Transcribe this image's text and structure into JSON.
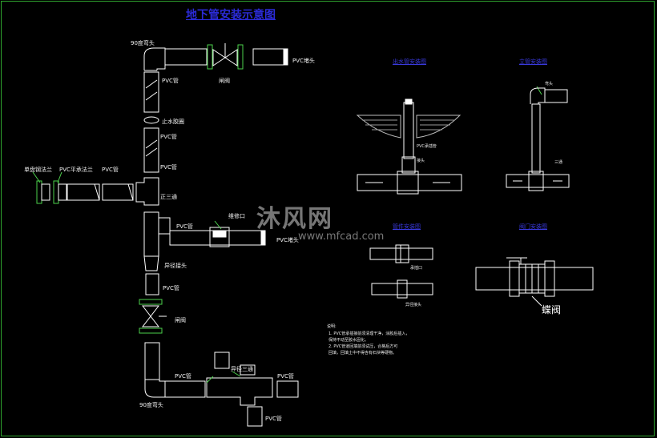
{
  "title": "地下管安装示意图",
  "labels": {
    "elbow_90_top": "90度弯头",
    "pvc_pipe": "PVC管",
    "pvc_cap": "PVC堵头",
    "gate_valve": "闸阀",
    "water_seal_ring": "止水胶圈",
    "single_steel_flange": "单盘钢法兰",
    "pvc_flat_flange": "PVC平承法兰",
    "tee": "正三通",
    "repair_port": "维修口",
    "reducer": "异径接头",
    "reducing_tee": "异径三通",
    "elbow_90_bottom": "90度弯头",
    "butterfly_valve": "蝶阀"
  },
  "subtitles": {
    "upper_mid": "出水管安装图",
    "upper_right": "立管安装图",
    "mid_mid": "管件安装图",
    "mid_right": "阀门安装图"
  },
  "small_labels": {
    "pvc_socket": "PVC承插管",
    "ring_a": "三通",
    "elbow_small": "弯头",
    "socket_small": "承插口",
    "joint_small": "接头",
    "reducer_small": "异径接头"
  },
  "notes": {
    "heading": "说明:",
    "line1": "1. PVC管承插接前须清理干净，涂胶后插入，",
    "line2": "   保持不动至胶水固化。",
    "line3": "2. PVC管道回填前须试压，合格后方可",
    "line4": "   回填，回填土中不得含有石块等硬物。"
  },
  "watermark": {
    "brand": "沐风网",
    "url": "www.mfcad.com"
  },
  "colors": {
    "line": "#ffffff",
    "flange": "#4dd24d",
    "title": "#2b2bd8",
    "frame": "#2ea32e"
  }
}
